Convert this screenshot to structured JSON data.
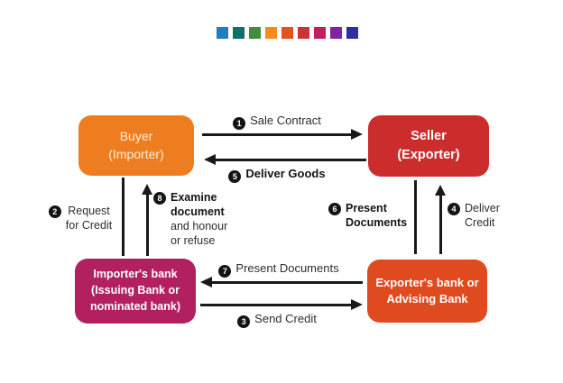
{
  "palette": {
    "colors": [
      "#1f7fc0",
      "#0d7163",
      "#3f8f3c",
      "#f78c1e",
      "#e2521f",
      "#c93434",
      "#c21d5c",
      "#8323a2",
      "#2d2f9f"
    ]
  },
  "nodes": {
    "buyer": {
      "color": "#ee7d1f",
      "lines": [
        "Buyer",
        "(Importer)"
      ]
    },
    "seller": {
      "color": "#cb2d2d",
      "lines": [
        "Seller",
        "(Exporter)"
      ]
    },
    "importer_bank": {
      "color": "#b2205f",
      "lines": [
        "Importer's bank",
        "(Issuing Bank or",
        "nominated bank)"
      ]
    },
    "exporter_bank": {
      "color": "#df4b1f",
      "lines": [
        "Exporter's bank or",
        "Advising Bank"
      ]
    }
  },
  "flows": {
    "sale_contract": {
      "num": "1",
      "label": "Sale Contract"
    },
    "request_credit": {
      "num": "2",
      "line1": "Request",
      "line2": "for Credit"
    },
    "send_credit": {
      "num": "3",
      "label": "Send Credit"
    },
    "deliver_credit": {
      "num": "4",
      "line1": "Deliver",
      "line2": "Credit"
    },
    "deliver_goods": {
      "num": "5",
      "label": "Deliver Goods"
    },
    "present_docs_seller": {
      "num": "6",
      "line1": "Present",
      "line2": "Documents"
    },
    "present_docs_banks": {
      "num": "7",
      "label": "Present Documents"
    },
    "examine": {
      "num": "8",
      "line1": "Examine",
      "line2": "document",
      "line3": "and honour",
      "line4": "or refuse"
    }
  },
  "line_color": "#191919"
}
